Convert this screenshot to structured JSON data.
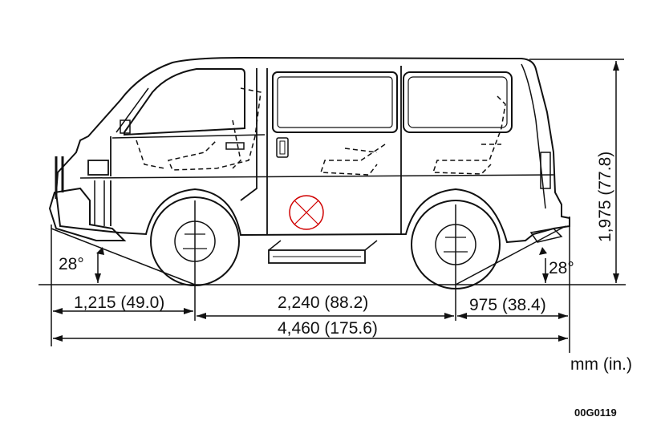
{
  "diagram": {
    "dimensions": {
      "front_overhang": "1,215 (49.0)",
      "wheelbase": "2,240 (88.2)",
      "rear_overhang": "975 (38.4)",
      "overall_length": "4,460 (175.6)",
      "overall_height": "1,975 (77.8)"
    },
    "approach_angle": "28°",
    "departure_angle": "28°",
    "units": "mm (in.)",
    "figure_code": "00G0119",
    "marker_color": "#d00000",
    "line_color": "#111111"
  }
}
